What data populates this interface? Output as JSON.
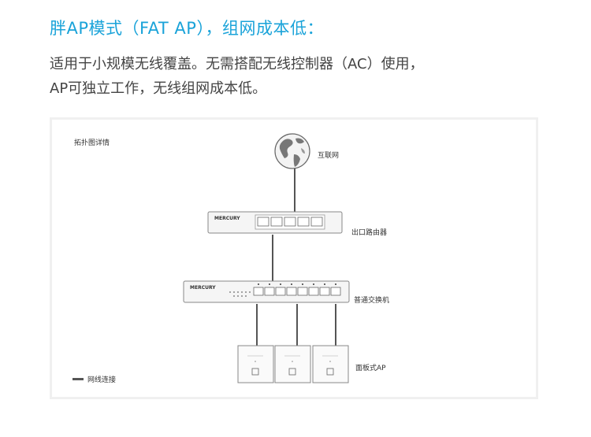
{
  "header": {
    "title": "胖AP模式（FAT AP），组网成本低："
  },
  "description": {
    "line1": "适用于小规模无线覆盖。无需搭配无线控制器（AC）使用，",
    "line2": "AP可独立工作，无线组网成本低。"
  },
  "diagram": {
    "title": "拓扑图详情",
    "nodes": {
      "internet": "互联网",
      "router": "出口路由器",
      "switch": "普通交换机",
      "ap": "面板式AP"
    },
    "brand": "MERCURY",
    "legend": "网线连接",
    "colors": {
      "accent": "#1aa3d9",
      "line": "#555555",
      "device_border": "#888888",
      "device_fill": "#f5f5f5"
    }
  }
}
